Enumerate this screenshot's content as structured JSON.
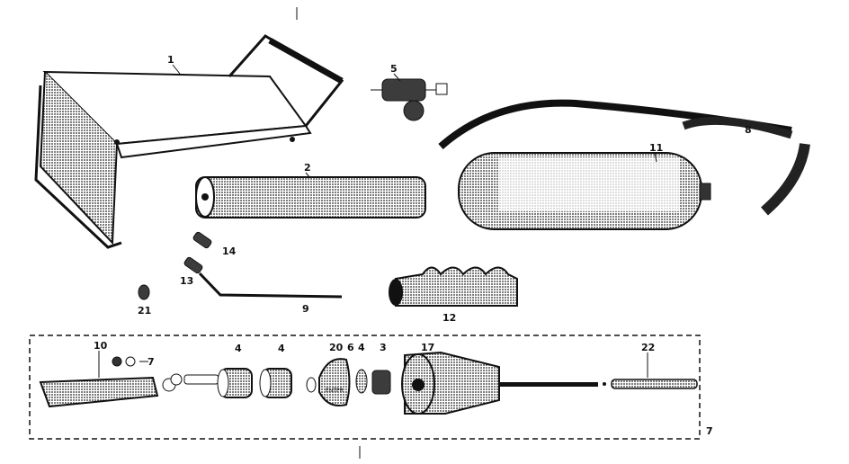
{
  "parts": {
    "p1": "1",
    "p2": "2",
    "p3": "3",
    "p4a": "4",
    "p4b": "4",
    "p4c": "4",
    "p5": "5",
    "p6": "6",
    "p7a": "7",
    "p7b": "7",
    "p8": "8",
    "p9": "9",
    "p10": "10",
    "p11": "11",
    "p12": "12",
    "p13": "13",
    "p14": "14",
    "p17": "17",
    "p20": "20",
    "p21": "21",
    "p22": "22"
  },
  "part_labels": {
    "p20": "ENTPR"
  }
}
